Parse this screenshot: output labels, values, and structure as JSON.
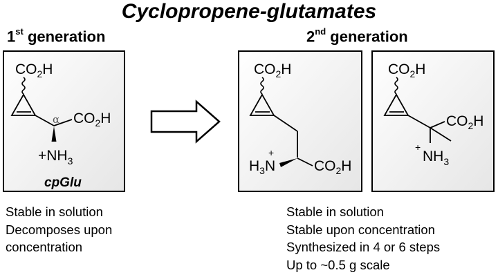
{
  "title": "Cyclopropene-glutamates",
  "first_generation": {
    "ordinal": "1",
    "ordinal_suffix": "st",
    "label": "generation",
    "compound_name": "cpGlu",
    "alpha_label": "α",
    "notes": [
      "Stable in solution",
      "Decomposes upon",
      "concentration"
    ]
  },
  "second_generation": {
    "ordinal": "2",
    "ordinal_suffix": "nd",
    "label": "generation",
    "notes": [
      "Stable in solution",
      "Stable upon concentration",
      "Synthesized in 4 or 6 steps",
      "Up to ~0.5 g scale"
    ]
  },
  "groups": {
    "co2h_main": "CO",
    "co2h_sub": "2",
    "co2h_end": "H",
    "nh3_plus": "+",
    "nh3_main": "NH",
    "nh3_sub": "3",
    "h3n_main": "H",
    "h3n_sub": "3",
    "h3n_end": "N"
  }
}
